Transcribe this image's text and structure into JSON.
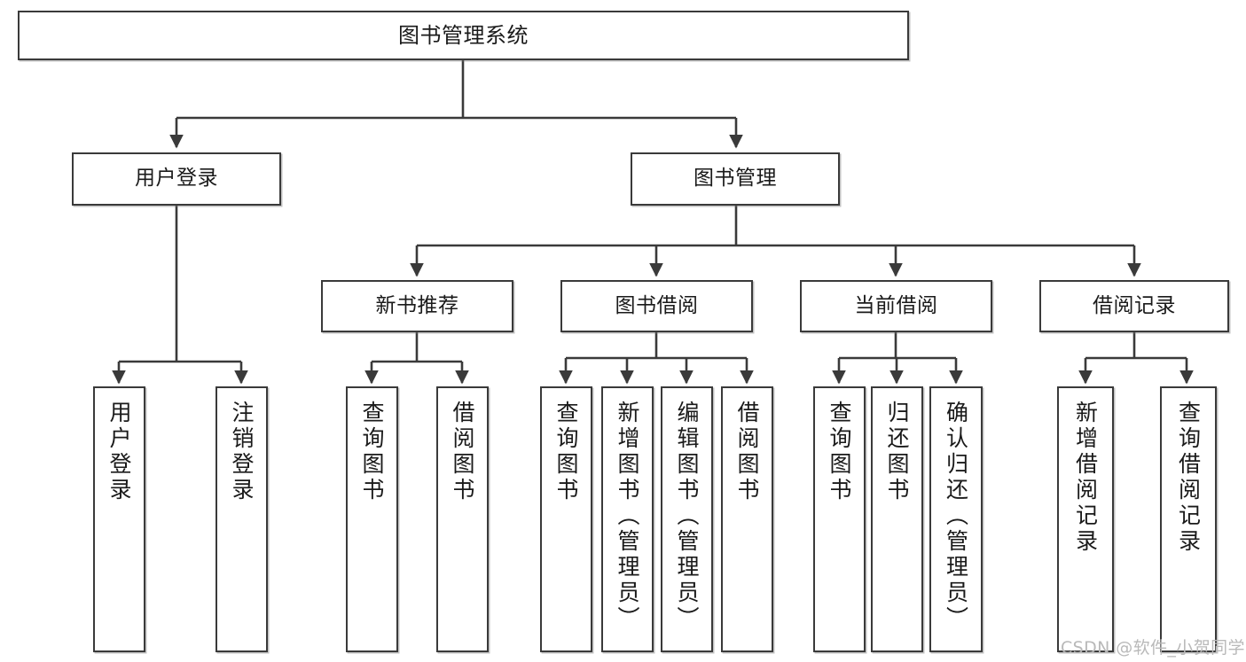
{
  "diagram": {
    "type": "tree-hierarchy",
    "title": "图书管理系统",
    "watermark": "CSDN @软件_小贺同学",
    "colors": {
      "stroke": "#3a3a3a",
      "fill": "#ffffff",
      "text": "#1a1a1a",
      "watermark": "#b9b9b9"
    },
    "nodes": {
      "root": {
        "label": "图书管理系统"
      },
      "level2": [
        {
          "id": "user-login",
          "label": "用户登录"
        },
        {
          "id": "book-management",
          "label": "图书管理"
        }
      ],
      "level3": [
        {
          "id": "new-book-recommend",
          "label": "新书推荐"
        },
        {
          "id": "book-borrow",
          "label": "图书借阅"
        },
        {
          "id": "current-borrow",
          "label": "当前借阅"
        },
        {
          "id": "borrow-record",
          "label": "借阅记录"
        }
      ],
      "leaves": {
        "user_login": [
          {
            "id": "leaf-user-login",
            "label": "用户登录"
          },
          {
            "id": "leaf-logout-login",
            "label": "注销登录"
          }
        ],
        "new_book_recommend": [
          {
            "id": "leaf-query-book-1",
            "label": "查询图书"
          },
          {
            "id": "leaf-borrow-book-1",
            "label": "借阅图书"
          }
        ],
        "book_borrow": [
          {
            "id": "leaf-query-book-2",
            "label": "查询图书"
          },
          {
            "id": "leaf-add-book",
            "label": "新增图书（管理员）"
          },
          {
            "id": "leaf-edit-book",
            "label": "编辑图书（管理员）"
          },
          {
            "id": "leaf-borrow-book-2",
            "label": "借阅图书"
          }
        ],
        "current_borrow": [
          {
            "id": "leaf-query-book-3",
            "label": "查询图书"
          },
          {
            "id": "leaf-return-book",
            "label": "归还图书"
          },
          {
            "id": "leaf-confirm-return",
            "label": "确认归还（管理员）"
          }
        ],
        "borrow_record": [
          {
            "id": "leaf-add-record",
            "label": "新增借阅记录"
          },
          {
            "id": "leaf-query-record",
            "label": "查询借阅记录"
          }
        ]
      }
    }
  }
}
